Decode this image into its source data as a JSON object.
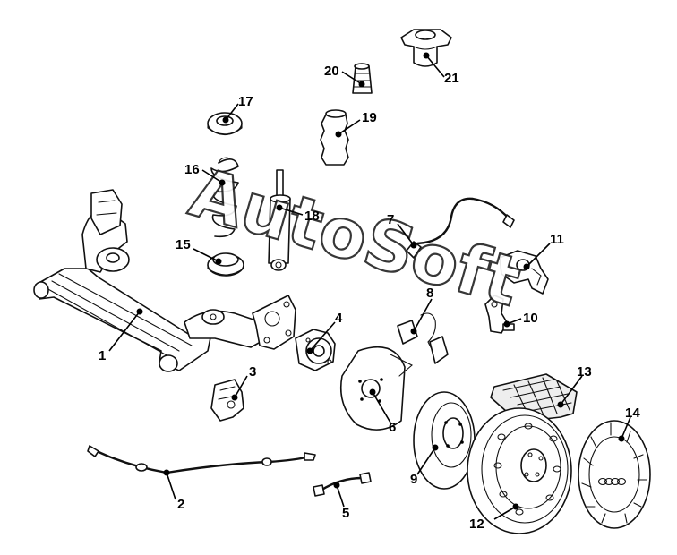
{
  "watermark": "AutoSoft",
  "callouts": [
    "1",
    "2",
    "3",
    "4",
    "5",
    "6",
    "7",
    "8",
    "9",
    "10",
    "11",
    "12",
    "13",
    "14",
    "15",
    "16",
    "17",
    "18",
    "19",
    "20",
    "21"
  ],
  "brand_rings": 4
}
